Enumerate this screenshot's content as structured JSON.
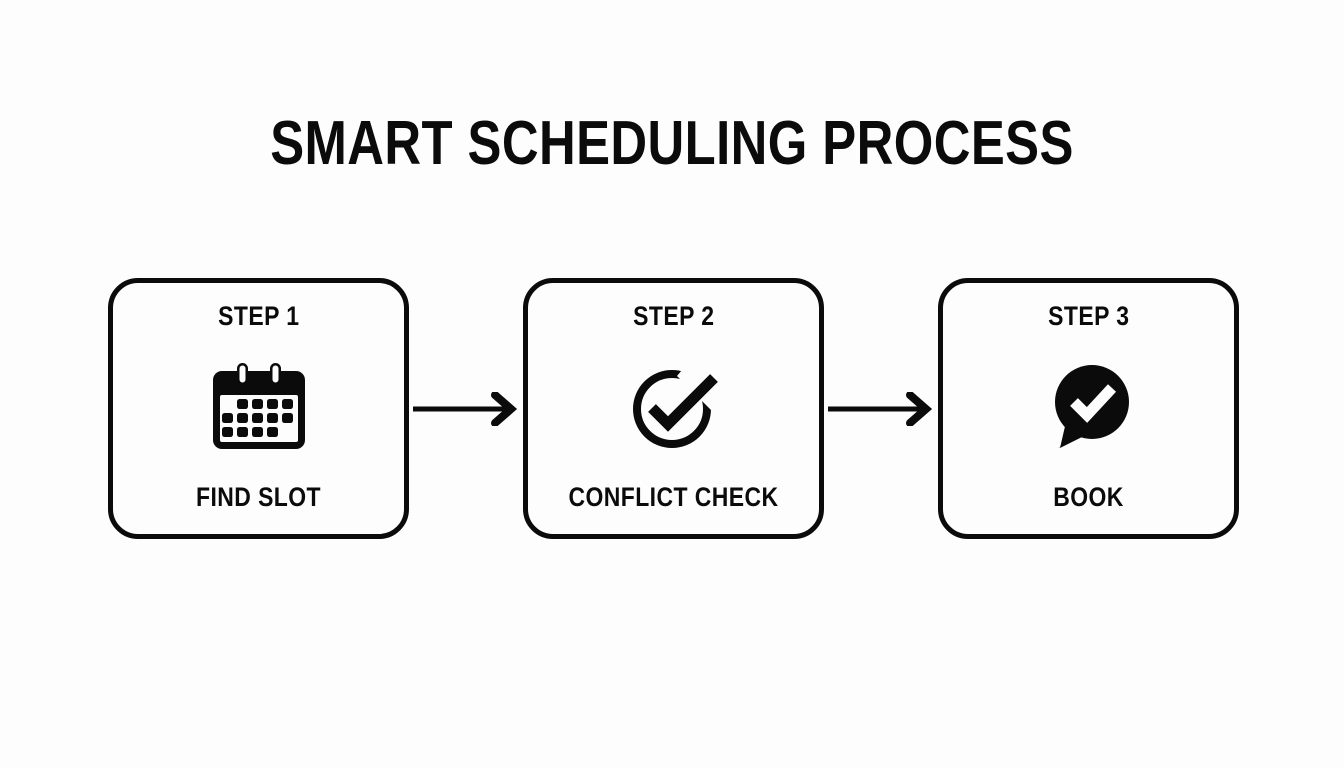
{
  "page": {
    "title": "SMART SCHEDULING PROCESS",
    "background_color": "#fdfdfd",
    "ink_color": "#0b0b0b"
  },
  "flow": {
    "steps": [
      {
        "step_label": "STEP 1",
        "name_label": "FIND SLOT",
        "icon": "calendar-icon"
      },
      {
        "step_label": "STEP 2",
        "name_label": "CONFLICT CHECK",
        "icon": "circle-check-icon"
      },
      {
        "step_label": "STEP 3",
        "name_label": "BOOK",
        "icon": "speech-bubble-check-icon"
      }
    ],
    "connectors": [
      {
        "icon": "arrow-right-icon"
      },
      {
        "icon": "arrow-right-icon"
      }
    ]
  }
}
